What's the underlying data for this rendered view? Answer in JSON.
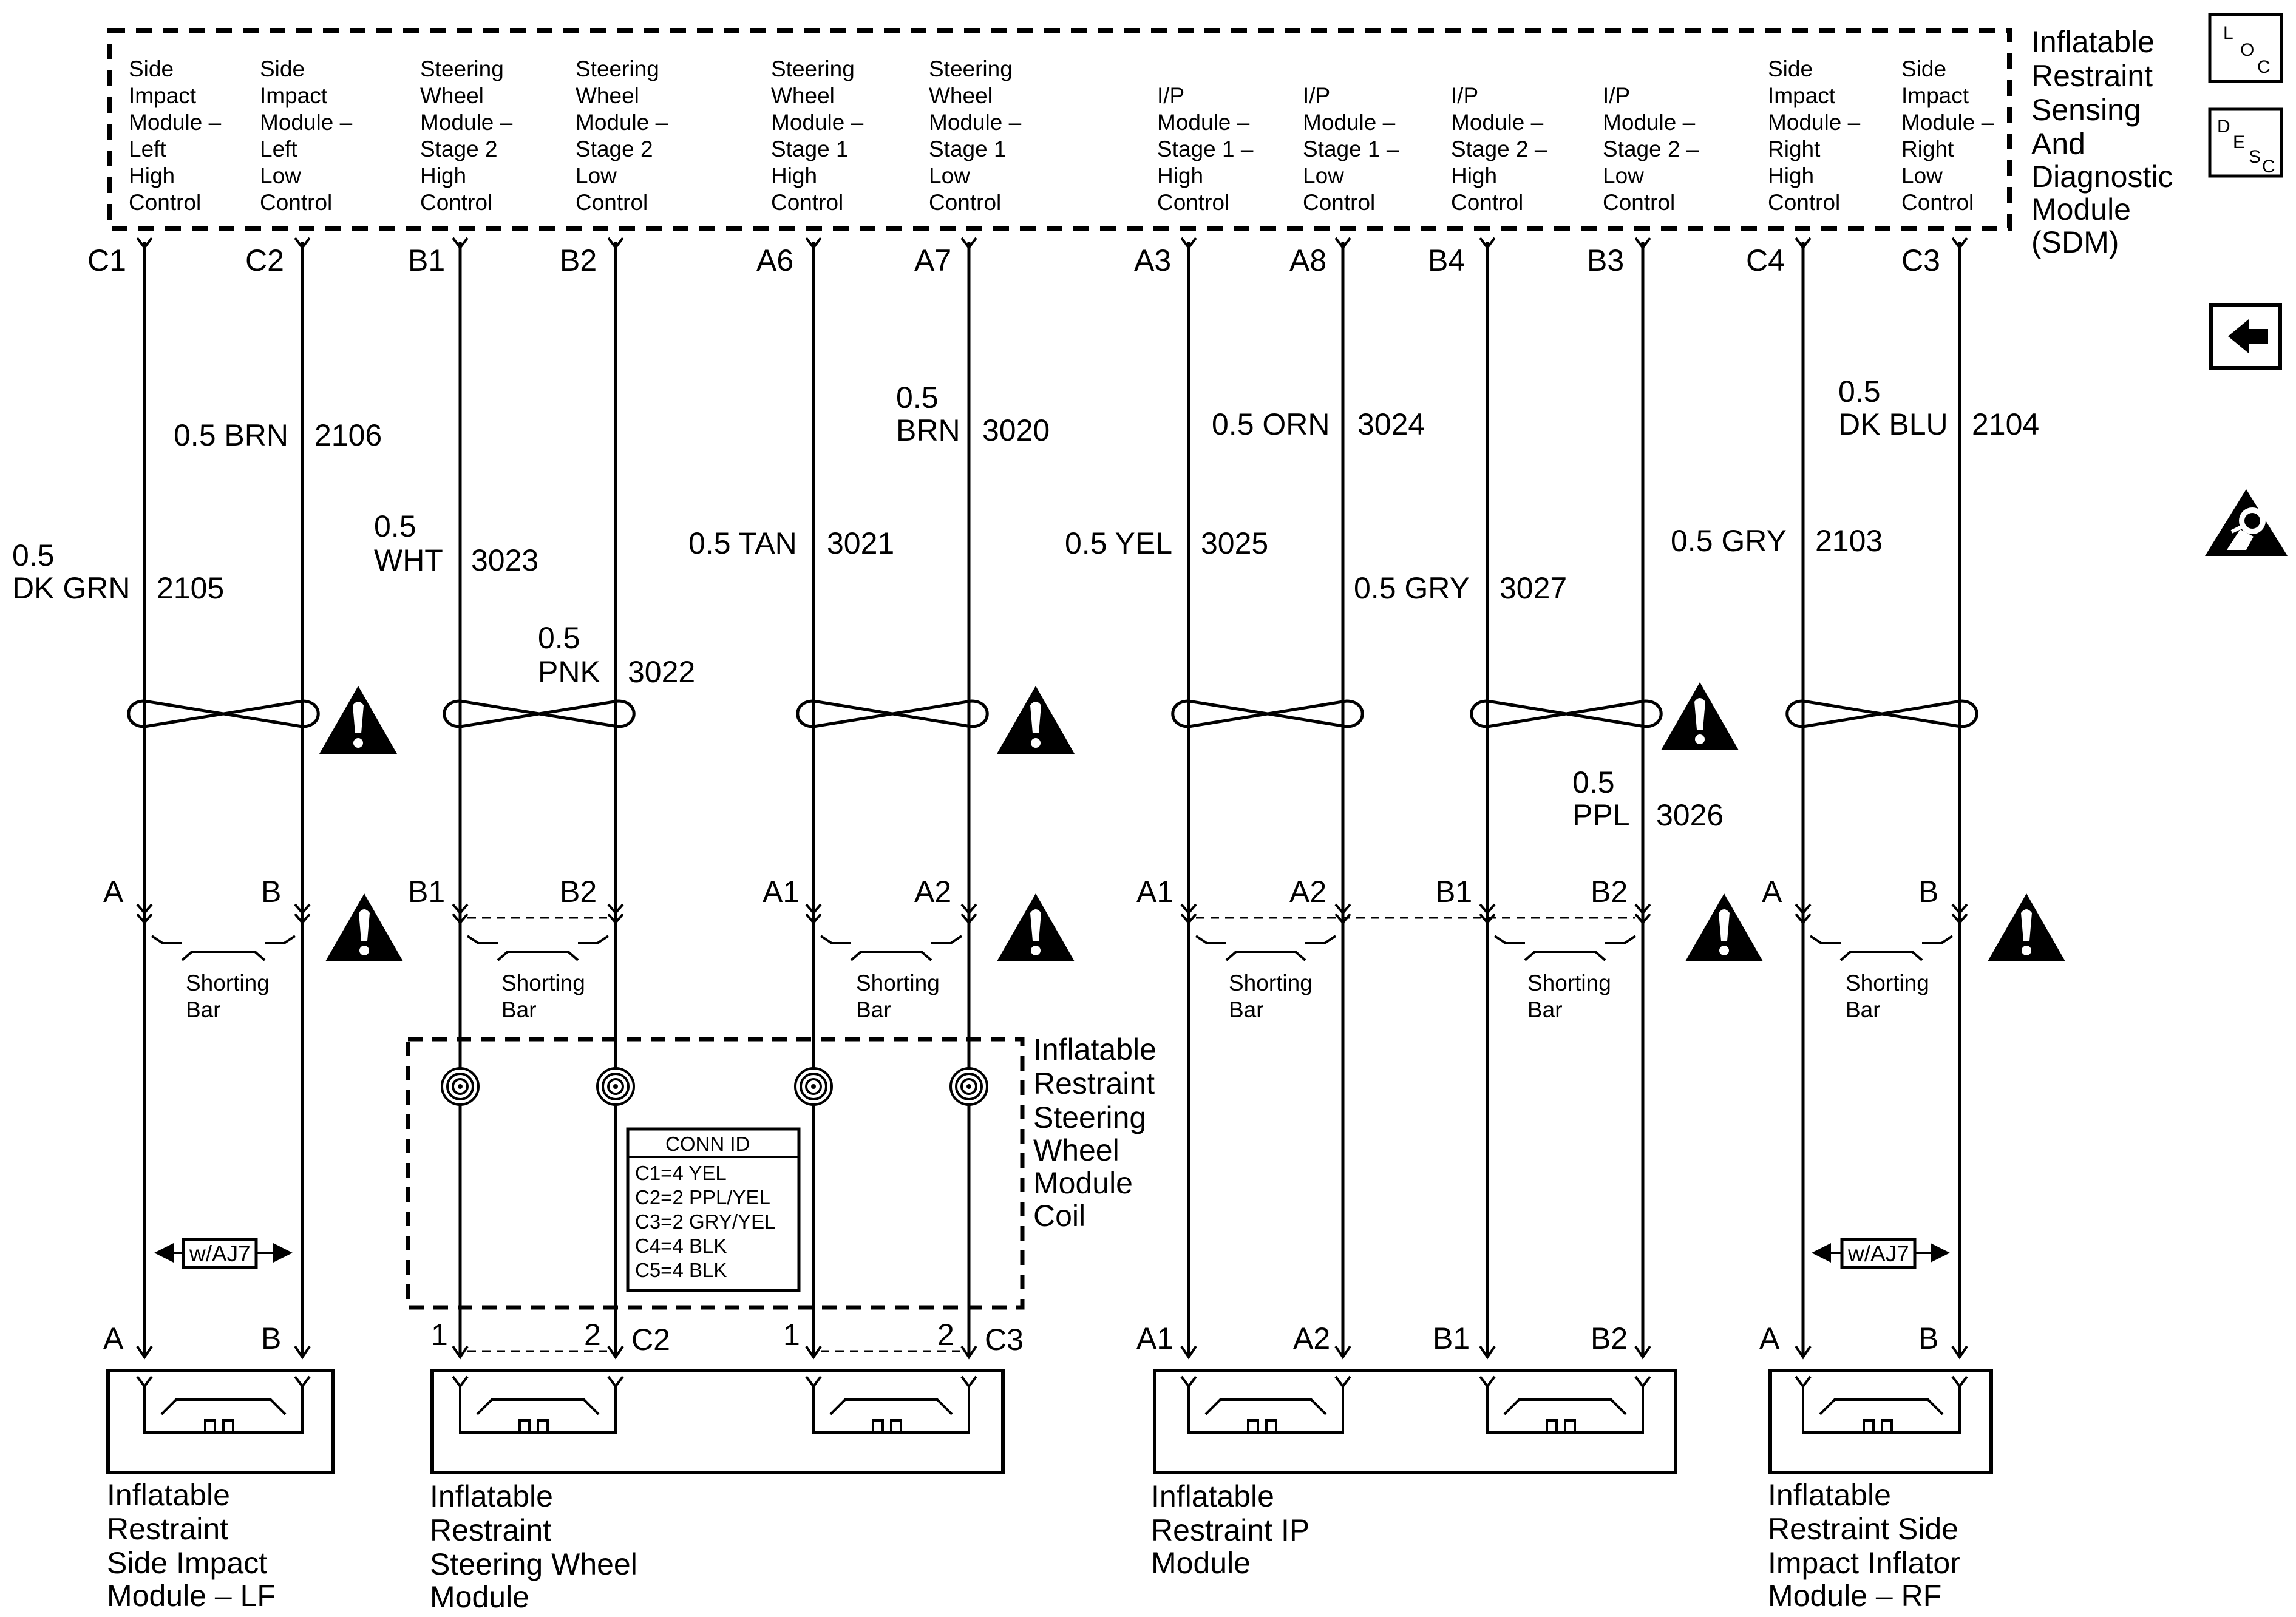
{
  "sdm": {
    "title_lines": [
      "Inflatable",
      "Restraint",
      "Sensing",
      "And",
      "Diagnostic",
      "Module",
      "(SDM)"
    ],
    "circuits": [
      {
        "lines": [
          "Side",
          "Impact",
          "Module –",
          "Left",
          "High",
          "Control"
        ],
        "pin": "C1",
        "wire_lines": [
          "0.5",
          "DK GRN"
        ],
        "circuit": "2105"
      },
      {
        "lines": [
          "Side",
          "Impact",
          "Module –",
          "Left",
          "Low",
          "Control"
        ],
        "pin": "C2",
        "wire_lines": [
          "0.5 BRN"
        ],
        "circuit": "2106"
      },
      {
        "lines": [
          "Steering",
          "Wheel",
          "Module –",
          "Stage 2",
          "High",
          "Control"
        ],
        "pin": "B1",
        "wire_lines": [
          "0.5",
          "WHT"
        ],
        "circuit": "3023"
      },
      {
        "lines": [
          "Steering",
          "Wheel",
          "Module –",
          "Stage 2",
          "Low",
          "Control"
        ],
        "pin": "B2",
        "wire_lines": [
          "0.5",
          "PNK"
        ],
        "circuit": "3022"
      },
      {
        "lines": [
          "Steering",
          "Wheel",
          "Module –",
          "Stage 1",
          "High",
          "Control"
        ],
        "pin": "A6",
        "wire_lines": [
          "0.5 TAN"
        ],
        "circuit": "3021"
      },
      {
        "lines": [
          "Steering",
          "Wheel",
          "Module –",
          "Stage 1",
          "Low",
          "Control"
        ],
        "pin": "A7",
        "wire_lines": [
          "0.5",
          "BRN"
        ],
        "circuit": "3020"
      },
      {
        "lines": [
          "I/P",
          "Module –",
          "Stage 1 –",
          "High",
          "Control"
        ],
        "pin": "A3",
        "wire_lines": [
          "0.5 YEL"
        ],
        "circuit": "3025"
      },
      {
        "lines": [
          "I/P",
          "Module –",
          "Stage 1 –",
          "Low",
          "Control"
        ],
        "pin": "A8",
        "wire_lines": [
          "0.5 ORN"
        ],
        "circuit": "3024"
      },
      {
        "lines": [
          "I/P",
          "Module –",
          "Stage 2 –",
          "High",
          "Control"
        ],
        "pin": "B4",
        "wire_lines": [
          "0.5 GRY"
        ],
        "circuit": "3027"
      },
      {
        "lines": [
          "I/P",
          "Module –",
          "Stage 2 –",
          "Low",
          "Control"
        ],
        "pin": "B3",
        "wire_lines": [
          "0.5",
          "PPL"
        ],
        "circuit": "3026"
      },
      {
        "lines": [
          "Side",
          "Impact",
          "Module –",
          "Right",
          "High",
          "Control"
        ],
        "pin": "C4",
        "wire_lines": [
          "0.5 GRY"
        ],
        "circuit": "2103"
      },
      {
        "lines": [
          "Side",
          "Impact",
          "Module –",
          "Right",
          "Low",
          "Control"
        ],
        "pin": "C3",
        "wire_lines": [
          "0.5",
          "DK BLU"
        ],
        "circuit": "2104"
      }
    ]
  },
  "mid_pins": [
    "A",
    "B",
    "B1",
    "B2",
    "A1",
    "A2",
    "A1",
    "A2",
    "B1",
    "B2",
    "A",
    "B"
  ],
  "bottom_pins": [
    "A",
    "B",
    "1",
    "2",
    "1",
    "2",
    "A1",
    "A2",
    "B1",
    "B2",
    "A",
    "B"
  ],
  "connector_labels": [
    "C2",
    "C3"
  ],
  "shorting_bar": [
    "Shorting",
    "Bar"
  ],
  "coil_label_lines": [
    "Inflatable",
    "Restraint",
    "Steering",
    "Wheel",
    "Module",
    "Coil"
  ],
  "conn_id": {
    "title": "CONN ID",
    "rows": [
      "C1=4 YEL",
      "C2=2 PPL/YEL",
      "C3=2 GRY/YEL",
      "C4=4 BLK",
      "C5=4 BLK"
    ]
  },
  "option_label": "w/AJ7",
  "modules": [
    {
      "lines": [
        "Inflatable",
        "Restraint",
        "Side Impact",
        "Module – LF"
      ]
    },
    {
      "lines": [
        "Inflatable",
        "Restraint",
        "Steering Wheel",
        "Module"
      ]
    },
    {
      "lines": [
        "Inflatable",
        "Restraint IP",
        "Module"
      ]
    },
    {
      "lines": [
        "Inflatable",
        "Restraint Side",
        "Impact Inflator",
        "Module – RF"
      ]
    }
  ],
  "side_icons": {
    "loc": [
      "L",
      "O",
      "C"
    ],
    "desc": [
      "D",
      "E",
      "S",
      "C"
    ],
    "back": "left-arrow-icon",
    "airbag": "airbag-warning-icon",
    "caution": "caution-triangle-icon"
  }
}
